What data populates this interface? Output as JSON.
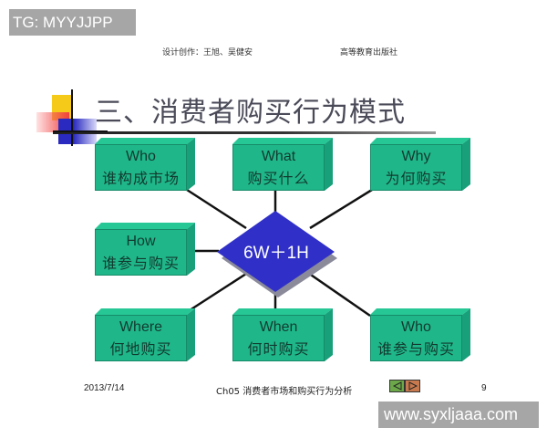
{
  "watermarks": {
    "top": "TG: MYYJJPP",
    "bottom": "www.syxljaaa.com"
  },
  "header": {
    "credits": "设计创作：王旭、吴健安",
    "publisher": "高等教育出版社"
  },
  "slide": {
    "title": "三、消费者购买行为模式",
    "center": {
      "label": "6W＋1H",
      "color": "#3030c8"
    },
    "box_color": "#1fb78a",
    "boxes": [
      {
        "en": "Who",
        "zh": "谁构成市场"
      },
      {
        "en": "What",
        "zh": "购买什么"
      },
      {
        "en": "Why",
        "zh": "为何购买"
      },
      {
        "en": "How",
        "zh": "谁参与购买"
      },
      {
        "en": "Where",
        "zh": "何地购买"
      },
      {
        "en": "When",
        "zh": "何时购买"
      },
      {
        "en": "Who",
        "zh": "谁参与购买"
      }
    ]
  },
  "footer": {
    "date": "2013/7/14",
    "chapter": "Ch05 消费者市场和购买行为分析",
    "page": "9",
    "nav_prev_icon": "triangle-left-icon",
    "nav_next_icon": "triangle-right-icon"
  }
}
